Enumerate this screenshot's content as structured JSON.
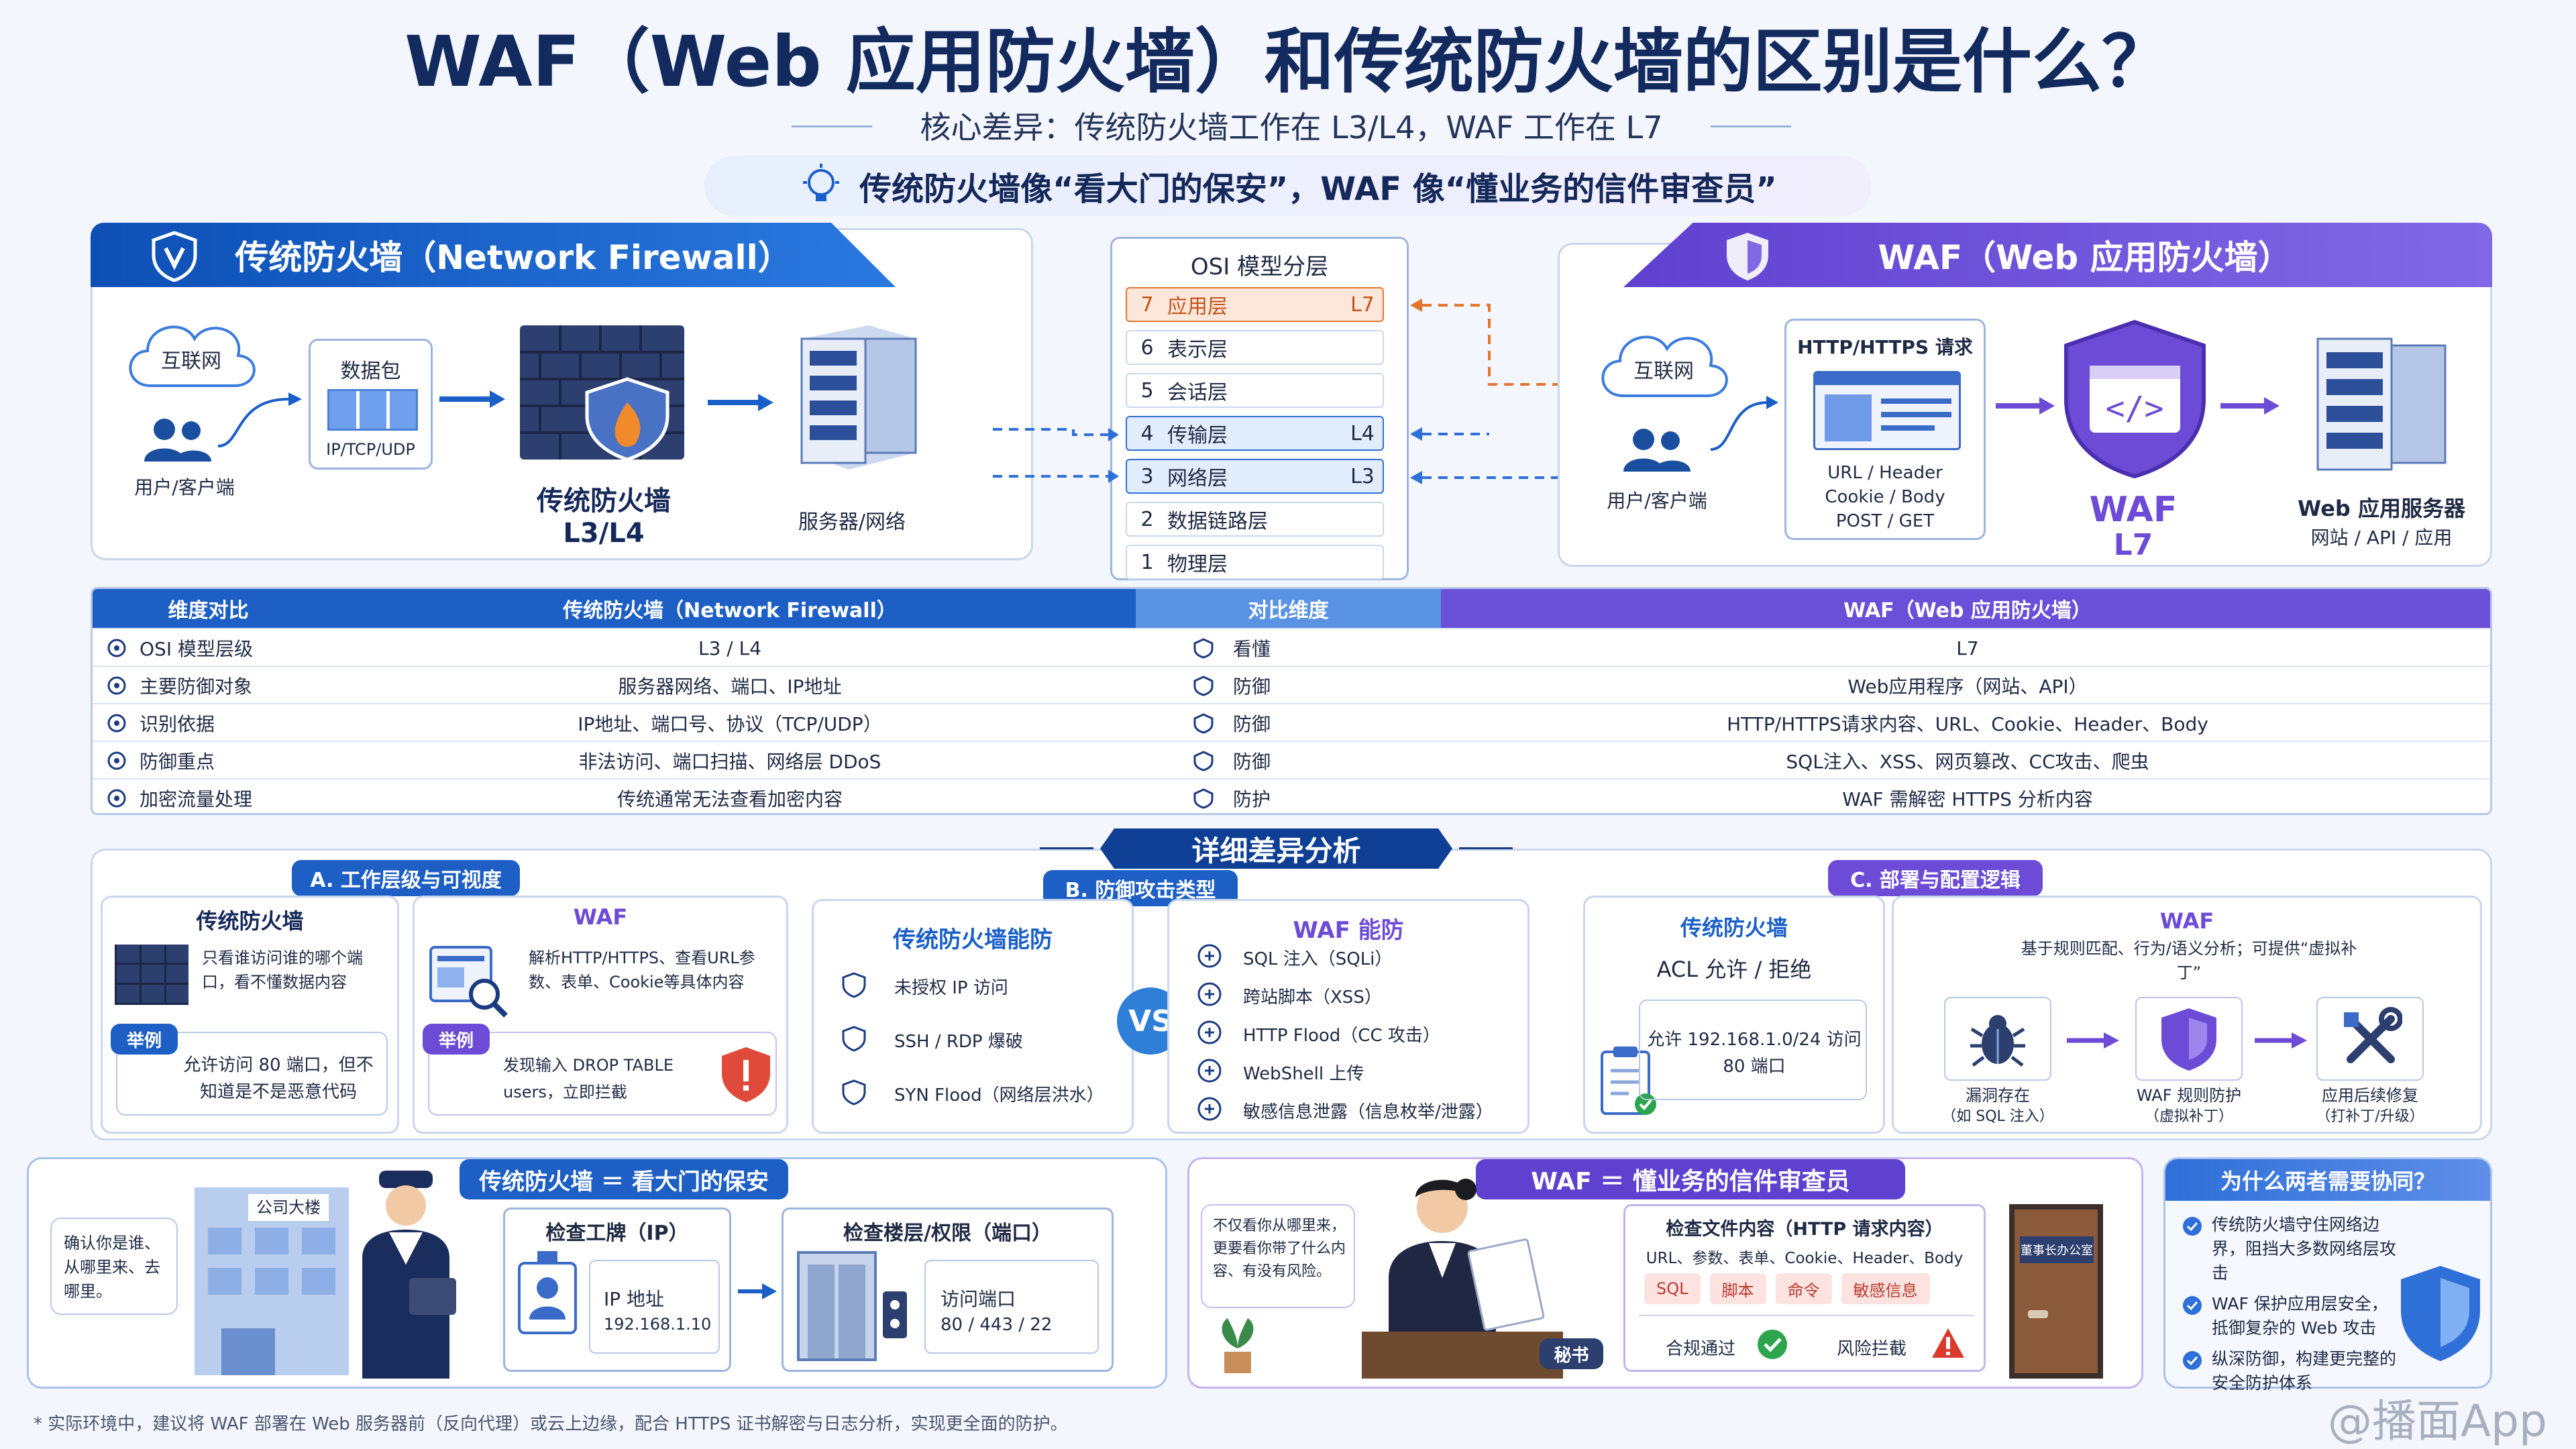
{
  "title": "WAF（Web 应用防火墙）和传统防火墙的区别是什么？",
  "subtitle": "核心差异：传统防火墙工作在 L3/L4，WAF 工作在 L7",
  "analogy": "传统防火墙像“看大门的保安”，WAF 像“懂业务的信件审查员”",
  "left_panel": {
    "title": "传统防火墙（Network Firewall）",
    "internet": "互联网",
    "user": "用户/客户端",
    "packet_title": "数据包",
    "packet_sub": "IP/TCP/UDP",
    "fw_name": "传统防火墙",
    "fw_layer": "L3/L4",
    "server": "服务器/网络"
  },
  "osi": {
    "title": "OSI 模型分层",
    "layers": [
      {
        "num": "7",
        "name": "应用层",
        "tag": "L7"
      },
      {
        "num": "6",
        "name": "表示层",
        "tag": ""
      },
      {
        "num": "5",
        "name": "会话层",
        "tag": ""
      },
      {
        "num": "4",
        "name": "传输层",
        "tag": "L4"
      },
      {
        "num": "3",
        "name": "网络层",
        "tag": "L3"
      },
      {
        "num": "2",
        "name": "数据链路层",
        "tag": ""
      },
      {
        "num": "1",
        "name": "物理层",
        "tag": ""
      }
    ]
  },
  "right_panel": {
    "title": "WAF（Web 应用防火墙）",
    "internet": "互联网",
    "user": "用户/客户端",
    "req_title": "HTTP/HTTPS 请求",
    "req_lines": [
      "URL / Header",
      "Cookie / Body",
      "POST / GET"
    ],
    "waf_name": "WAF",
    "waf_layer": "L7",
    "server_title": "Web 应用服务器",
    "server_sub": "网站 / API / 应用"
  },
  "table": {
    "headers": [
      "维度对比",
      "传统防火墙（Network Firewall）",
      "对比维度",
      "WAF（Web 应用防火墙）"
    ],
    "rows": [
      {
        "dim": "OSI 模型层级",
        "fw": "L3 / L4",
        "cmp": "看懂",
        "waf": "L7"
      },
      {
        "dim": "主要防御对象",
        "fw": "服务器网络、端口、IP地址",
        "cmp": "防御",
        "waf": "Web应用程序（网站、API）"
      },
      {
        "dim": "识别依据",
        "fw": "IP地址、端口号、协议（TCP/UDP）",
        "cmp": "防御",
        "waf": "HTTP/HTTPS请求内容、URL、Cookie、Header、Body"
      },
      {
        "dim": "防御重点",
        "fw": "非法访问、端口扫描、网络层 DDoS",
        "cmp": "防御",
        "waf": "SQL注入、XSS、网页篡改、CC攻击、爬虫"
      },
      {
        "dim": "加密流量处理",
        "fw": "传统通常无法查看加密内容",
        "cmp": "防护",
        "waf": "WAF 需解密 HTTPS 分析内容"
      }
    ]
  },
  "detail_title": "详细差异分析",
  "section_a": {
    "tag": "A. 工作层级与可视度",
    "fw_title": "传统防火墙",
    "fw_desc": "只看谁访问谁的哪个端口，看不懂数据内容",
    "fw_eg_tag": "举例",
    "fw_eg": "允许访问 80 端口，但不知道是不是恶意代码",
    "waf_title": "WAF",
    "waf_desc": "解析HTTP/HTTPS、查看URL参数、表单、Cookie等具体内容",
    "waf_eg_tag": "举例",
    "waf_eg": "发现输入 DROP TABLE users，立即拦截"
  },
  "section_b": {
    "tag": "B. 防御攻击类型",
    "fw_title": "传统防火墙能防",
    "fw_items": [
      "未授权 IP 访问",
      "SSH / RDP 爆破",
      "SYN Flood（网络层洪水）"
    ],
    "vs": "VS",
    "waf_title": "WAF 能防",
    "waf_items": [
      "SQL 注入（SQLi）",
      "跨站脚本（XSS）",
      "HTTP Flood（CC 攻击）",
      "WebShell 上传",
      "敏感信息泄露（信息枚举/泄露）"
    ]
  },
  "section_c": {
    "tag": "C. 部署与配置逻辑",
    "fw_title": "传统防火墙",
    "fw_rule": "ACL 允许 / 拒绝",
    "fw_eg": "允许 192.168.1.0/24 访问 80 端口",
    "waf_title": "WAF",
    "waf_desc": "基于规则匹配、行为/语义分析；可提供“虚拟补丁”",
    "steps": [
      {
        "title": "漏洞存在",
        "sub": "（如 SQL 注入）"
      },
      {
        "title": "WAF 规则防护",
        "sub": "（虚拟补丁）"
      },
      {
        "title": "应用后续修复",
        "sub": "（打补丁/升级）"
      }
    ]
  },
  "guard": {
    "title": "传统防火墙 ＝ 看大门的保安",
    "building": "公司大楼",
    "speech": "确认你是谁、从哪里来、去哪里。",
    "box1_title": "检查工牌（IP）",
    "box1_l1": "IP 地址",
    "box1_l2": "192.168.1.10",
    "box2_title": "检查楼层/权限（端口）",
    "box2_l1": "访问端口",
    "box2_l2": "80 / 443 / 22"
  },
  "inspector": {
    "title": "WAF ＝ 懂业务的信件审查员",
    "speech": "不仅看你从哪里来，更要看你带了什么内容、有没有风险。",
    "badge": "秘书",
    "box_title": "检查文件内容（HTTP 请求内容）",
    "box_line": "URL、参数、表单、Cookie、Header、Body",
    "chips": [
      "SQL",
      "脚本",
      "命令",
      "敏感信息"
    ],
    "pass": "合规通过",
    "block": "风险拦截",
    "door": "董事长办公室"
  },
  "why": {
    "title": "为什么两者需要协同？",
    "items": [
      "传统防火墙守住网络边界，阻挡大多数网络层攻击",
      "WAF 保护应用层安全，抵御复杂的 Web 攻击",
      "纵深防御，构建更完整的安全防护体系"
    ]
  },
  "footnote": "* 实际环境中，建议将 WAF 部署在 Web 服务器前（反向代理）或云上边缘，配合 HTTPS 证书解密与日志分析，实现更全面的防护。",
  "watermark": "@播面App",
  "colors": {
    "blue": "#1a5fc8",
    "purple": "#6c4cd6",
    "orange": "#e4752f",
    "green": "#2da44e",
    "red": "#d93a2b"
  }
}
